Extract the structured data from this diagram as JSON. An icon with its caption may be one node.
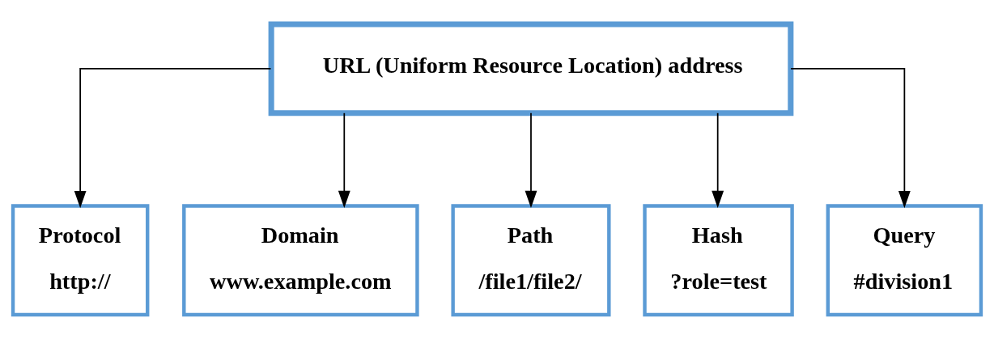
{
  "diagram": {
    "nodes": [
      {
        "text": [
          "URL (Uniform Resource Location) address"
        ]
      },
      {
        "text": [
          "Protocol",
          "http://"
        ]
      },
      {
        "text": [
          "Domain",
          "www.example.com"
        ]
      },
      {
        "text": [
          "Path",
          "/file1/file2/"
        ]
      },
      {
        "text": [
          "Hash",
          "?role=test"
        ]
      },
      {
        "text": [
          "Query",
          "#division1"
        ]
      }
    ],
    "edges": [
      {
        "from": 0,
        "to": 1,
        "arrow": "to"
      },
      {
        "from": 0,
        "to": 2,
        "arrow": "to"
      },
      {
        "from": 0,
        "to": 3,
        "arrow": "to"
      },
      {
        "from": 0,
        "to": 4,
        "arrow": "to"
      },
      {
        "from": 0,
        "to": 5,
        "arrow": "to"
      }
    ]
  }
}
